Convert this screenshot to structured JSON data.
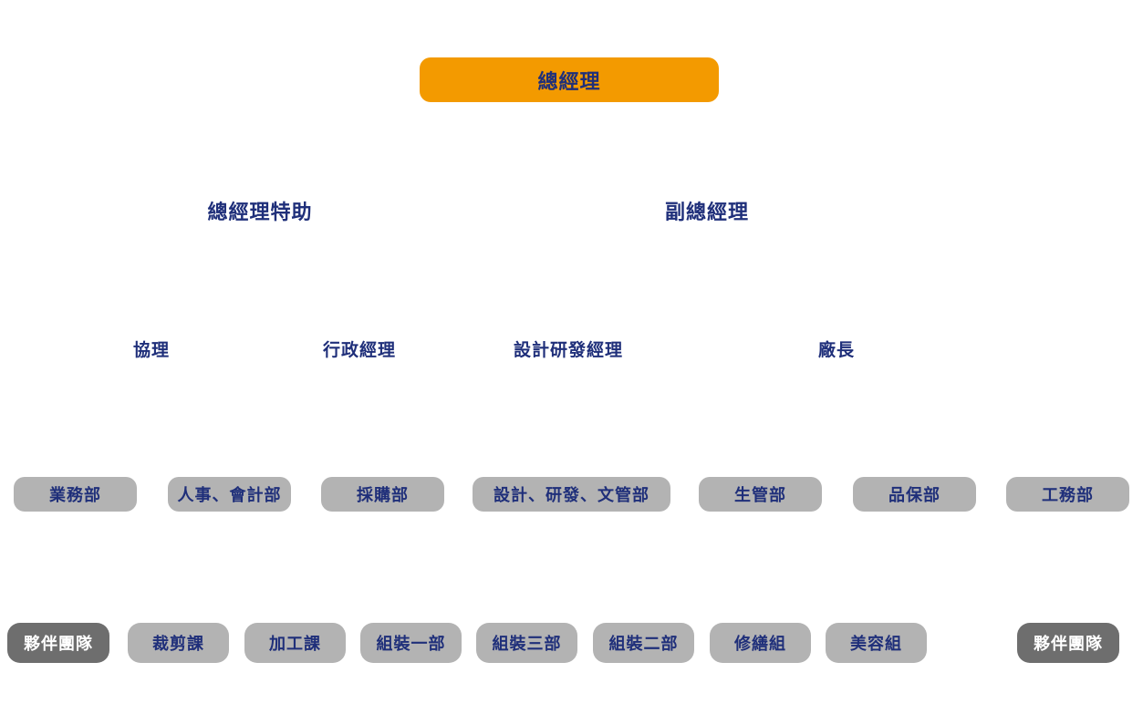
{
  "top": {
    "label": "總經理"
  },
  "level1": {
    "special_assistant": "總經理特助",
    "deputy_gm": "副總經理"
  },
  "level2": {
    "associate_manager": "協理",
    "admin_manager": "行政經理",
    "rd_manager": "設計研發經理",
    "plant_manager": "廠長"
  },
  "departments": [
    {
      "label": "業務部"
    },
    {
      "label": "人事、會計部"
    },
    {
      "label": "採購部"
    },
    {
      "label": "設計、研發、文管部"
    },
    {
      "label": "生管部"
    },
    {
      "label": "品保部"
    },
    {
      "label": "工務部"
    }
  ],
  "units": [
    {
      "label": "夥伴團隊"
    },
    {
      "label": "裁剪課"
    },
    {
      "label": "加工課"
    },
    {
      "label": "組裝一部"
    },
    {
      "label": "組裝三部"
    },
    {
      "label": "組裝二部"
    },
    {
      "label": "修繕組"
    },
    {
      "label": "美容組"
    },
    {
      "label": "夥伴團隊"
    }
  ],
  "colors": {
    "top_fill": "#f39a00",
    "box_fill": "#b3b3b3",
    "team_fill": "#6e6e6e",
    "text_navy": "#1f2f7a",
    "team_text": "#ffffff"
  }
}
